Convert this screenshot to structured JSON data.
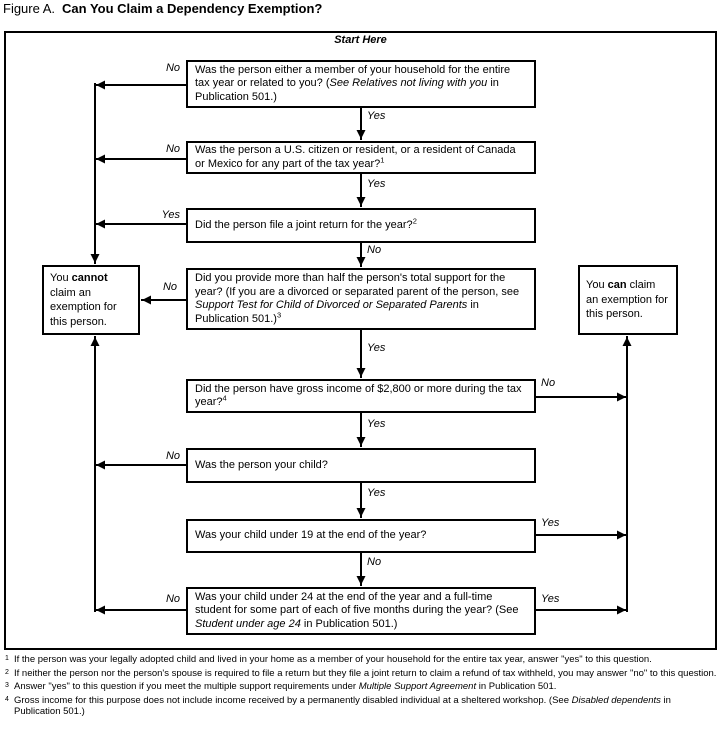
{
  "colors": {
    "ink": "#000000",
    "paper": "#ffffff"
  },
  "title": {
    "prefix": "Figure A.",
    "main": "Can You Claim a Dependency Exemption?"
  },
  "flowchart": {
    "start_label": "Start Here",
    "label_yes": "Yes",
    "label_no": "No",
    "questions": [
      {
        "segments": [
          {
            "t": "Was the person either a member of your household for the entire tax year or related to you? ("
          },
          {
            "t": "See Relatives not living with you",
            "i": true
          },
          {
            "t": " in Publication 501.)"
          }
        ]
      },
      {
        "segments": [
          {
            "t": "Was the person a U.S. citizen or resident, or a resident of Canada or Mexico for any part of the tax year?"
          },
          {
            "t": "1",
            "sup": true
          }
        ]
      },
      {
        "segments": [
          {
            "t": "Did the person file a joint return for the year?"
          },
          {
            "t": "2",
            "sup": true
          }
        ]
      },
      {
        "segments": [
          {
            "t": "Did you provide more than half the person's total support for the year? (If you are a divorced or separated parent of the person, see "
          },
          {
            "t": "Support Test for Child of Divorced or Separated Parents",
            "i": true
          },
          {
            "t": " in Publication 501.)"
          },
          {
            "t": "3",
            "sup": true
          }
        ]
      },
      {
        "segments": [
          {
            "t": "Did the person have gross income of $2,800 or more during the tax year?"
          },
          {
            "t": "4",
            "sup": true
          }
        ]
      },
      {
        "segments": [
          {
            "t": "Was the person your child?"
          }
        ]
      },
      {
        "segments": [
          {
            "t": "Was your child under 19 at the end of the year?"
          }
        ]
      },
      {
        "segments": [
          {
            "t": "Was your child under 24 at the end of the year and a full-time student for some part of each of five months during the year? (See "
          },
          {
            "t": "Student under age 24",
            "i": true
          },
          {
            "t": " in Publication 501.)"
          }
        ]
      }
    ],
    "outcomes": {
      "cannot": {
        "segments": [
          {
            "t": "You "
          },
          {
            "t": "cannot",
            "b": true
          },
          {
            "t": " claim an exemption for this person."
          }
        ]
      },
      "can": {
        "segments": [
          {
            "t": "You "
          },
          {
            "t": "can",
            "b": true
          },
          {
            "t": " claim an exemption for this person."
          }
        ]
      }
    }
  },
  "footnotes": [
    {
      "num": "1",
      "segments": [
        {
          "t": "If the person was your legally adopted child and lived in your home as a member of your household for the entire tax year, answer \"yes\" to this question."
        }
      ]
    },
    {
      "num": "2",
      "segments": [
        {
          "t": "If neither the person nor the person's spouse is required to file a return but they file a joint return to claim a refund of tax withheld, you may answer \"no\" to this question."
        }
      ]
    },
    {
      "num": "3",
      "segments": [
        {
          "t": "Answer \"yes\" to this question if you meet the multiple support requirements under "
        },
        {
          "t": "Multiple Support Agreement",
          "i": true
        },
        {
          "t": " in Publication 501."
        }
      ]
    },
    {
      "num": "4",
      "segments": [
        {
          "t": "Gross income for this purpose does not include income received by a permanently disabled individual at a sheltered workshop. (See "
        },
        {
          "t": "Disabled dependents",
          "i": true
        },
        {
          "t": " in Publication 501.)"
        }
      ]
    }
  ]
}
